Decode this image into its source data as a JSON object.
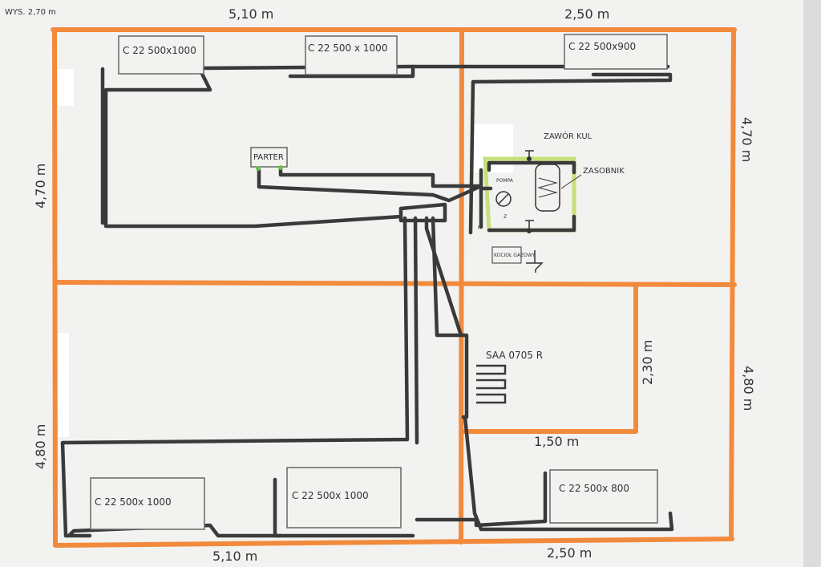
{
  "page": {
    "height_note": "WYS. 2,70 m"
  },
  "dimensions": {
    "top_left": "5,10 m",
    "top_right": "2,50 m",
    "bottom_left": "5,10 m",
    "bottom_right": "2,50 m",
    "left_upper": "4,70 m",
    "left_lower": "4,80 m",
    "right_upper": "4,70 m",
    "right_lower": "4,80 m",
    "bath_height": "2,30 m",
    "bath_width": "1,50 m"
  },
  "radiators": {
    "top_left": "C 22 500x1000",
    "top_middle": "C 22 500 x 1000",
    "top_right": "C 22 500x900",
    "bottom_left": "C 22 500x 1000",
    "bottom_middle": "C 22 500x 1000",
    "bottom_right": "C 22 500x 800",
    "bathroom": "SAA 0705 R"
  },
  "equipment": {
    "parter": "PARTER",
    "valve": "ZAWÓR KUL",
    "pump": "POMPA",
    "tank": "ZASOBNIK",
    "boiler": "KOCIOŁ GAZOWY",
    "label_z": "Z",
    "label_p": "P"
  },
  "colors": {
    "walls": "#f28a3c",
    "pipes": "#3a3a3a",
    "boiler_loop": "#c7e07a",
    "paper": "#f2f2f0"
  }
}
